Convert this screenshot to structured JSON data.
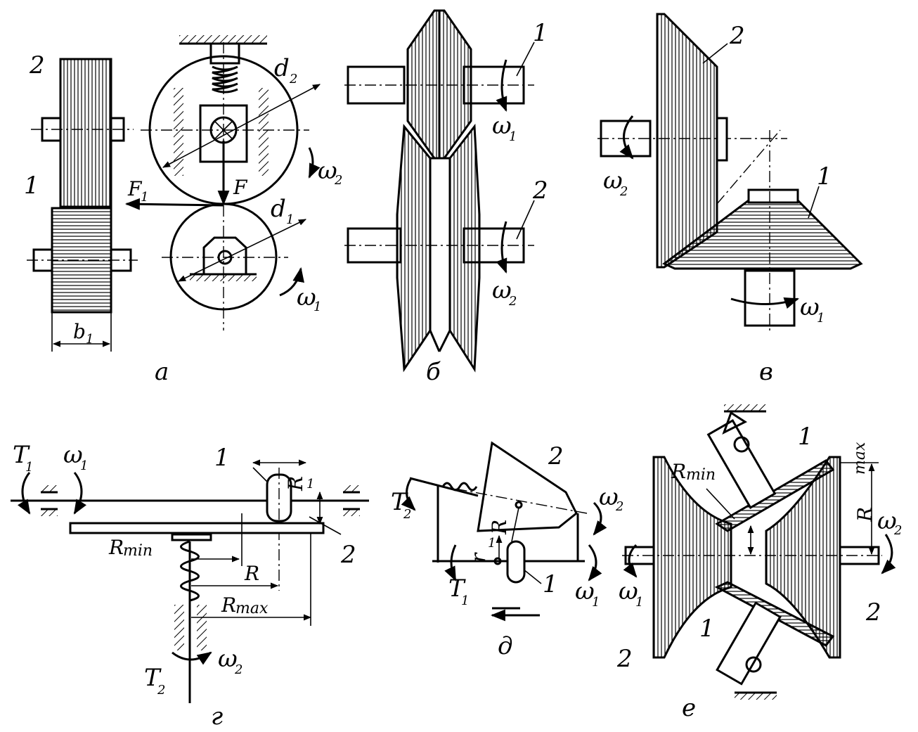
{
  "figure": {
    "panels": {
      "a": {
        "caption": "а",
        "labels": {
          "roller_2": "2",
          "roller_1": "1",
          "width_b": "b",
          "width_b_sub": "1",
          "force_F1": "F",
          "force_F1_sub": "1",
          "force_F": "F",
          "diam_d2": "d",
          "diam_d2_sub": "2",
          "diam_d1": "d",
          "diam_d1_sub": "1",
          "omega2": "ω",
          "omega2_sub": "2",
          "omega1": "ω",
          "omega1_sub": "1"
        }
      },
      "b": {
        "caption": "б",
        "labels": {
          "roller_1": "1",
          "roller_2": "2",
          "omega1": "ω",
          "omega1_sub": "1",
          "omega2": "ω",
          "omega2_sub": "2"
        }
      },
      "v": {
        "caption": "в",
        "labels": {
          "roller_2": "2",
          "roller_1": "1",
          "omega2": "ω",
          "omega2_sub": "2",
          "omega1": "ω",
          "omega1_sub": "1"
        }
      },
      "g": {
        "caption": "г",
        "labels": {
          "torque_T1": "T",
          "torque_T1_sub": "1",
          "omega1": "ω",
          "omega1_sub": "1",
          "roller_1": "1",
          "radius_R1": "R",
          "radius_R1_sub": "1",
          "roller_2": "2",
          "r_min": "R",
          "r_min_sub": "min",
          "r": "R",
          "r_max": "R",
          "r_max_sub": "max",
          "omega2": "ω",
          "omega2_sub": "2",
          "torque_T2": "T",
          "torque_T2_sub": "2"
        }
      },
      "d": {
        "caption": "д",
        "labels": {
          "roller_2": "2",
          "torque_T2": "T",
          "torque_T2_sub": "2",
          "radius_R": "R",
          "radius_r1": "r",
          "radius_r1_sub": "1",
          "omega2": "ω",
          "omega2_sub": "2",
          "torque_T1": "T",
          "torque_T1_sub": "1",
          "roller_1": "1",
          "omega1": "ω",
          "omega1_sub": "1"
        }
      },
      "e": {
        "caption": "е",
        "labels": {
          "r_min": "R",
          "r_min_sub": "min",
          "roller_1_top": "1",
          "r_max": "R",
          "r_max_sub": "max",
          "omega2": "ω",
          "omega2_sub": "2",
          "omega1": "ω",
          "omega1_sub": "1",
          "roller_1_bottom": "1",
          "roller_2_right": "2",
          "roller_2_left": "2"
        }
      }
    }
  }
}
